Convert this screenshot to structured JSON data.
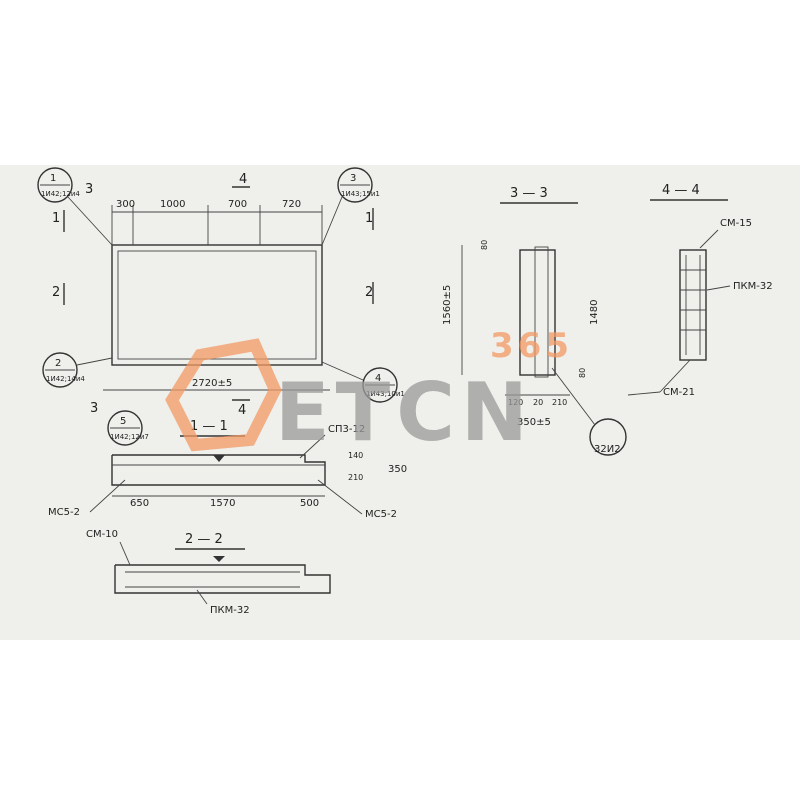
{
  "colors": {
    "paper": "#eeeeea",
    "ink": "#2b2b2b",
    "watermark_orange": "#f39a63",
    "watermark_gray": "#9a9a9a"
  },
  "plan": {
    "dims_top": [
      "300",
      "1000",
      "700",
      "720"
    ],
    "length": "2720±5",
    "dim_3": "3",
    "cut_4": "4",
    "cut_1": "1",
    "cut_2": "2",
    "node1": {
      "num": "1",
      "sheet": "1И42;12и4"
    },
    "node2": {
      "num": "2",
      "sheet": "1И42;14и4"
    },
    "node3": {
      "num": "3",
      "sheet": "1И43;15и1"
    },
    "node4": {
      "num": "4",
      "sheet": "1И43;10и1"
    },
    "node5": {
      "num": "5",
      "sheet": "1И42;12и7"
    }
  },
  "section_1_1": {
    "title": "1 — 1",
    "dims_bottom": [
      "650",
      "1570",
      "500"
    ],
    "dims_right": [
      "140",
      "210",
      "350"
    ],
    "label_spl": "СП3-12",
    "label_mc_left": "МС5-2",
    "label_mc_right": "МС5-2"
  },
  "section_2_2": {
    "title": "2 — 2",
    "label_cm": "СМ-10",
    "label_pkm": "ПКМ-32"
  },
  "section_3_3": {
    "title": "3 — 3",
    "height": "1560±5",
    "inner": "1480",
    "top": "80",
    "bottom": "80",
    "dims_bottom": [
      "120",
      "20",
      "210"
    ],
    "width": "350±5"
  },
  "section_4_4": {
    "title": "4 — 4",
    "label_cm15": "СМ-15",
    "label_pkm": "ПКМ-32",
    "label_cm21": "СМ-21"
  },
  "node_32": "32И2",
  "watermark": {
    "brand": "ETCN",
    "number": "365"
  }
}
